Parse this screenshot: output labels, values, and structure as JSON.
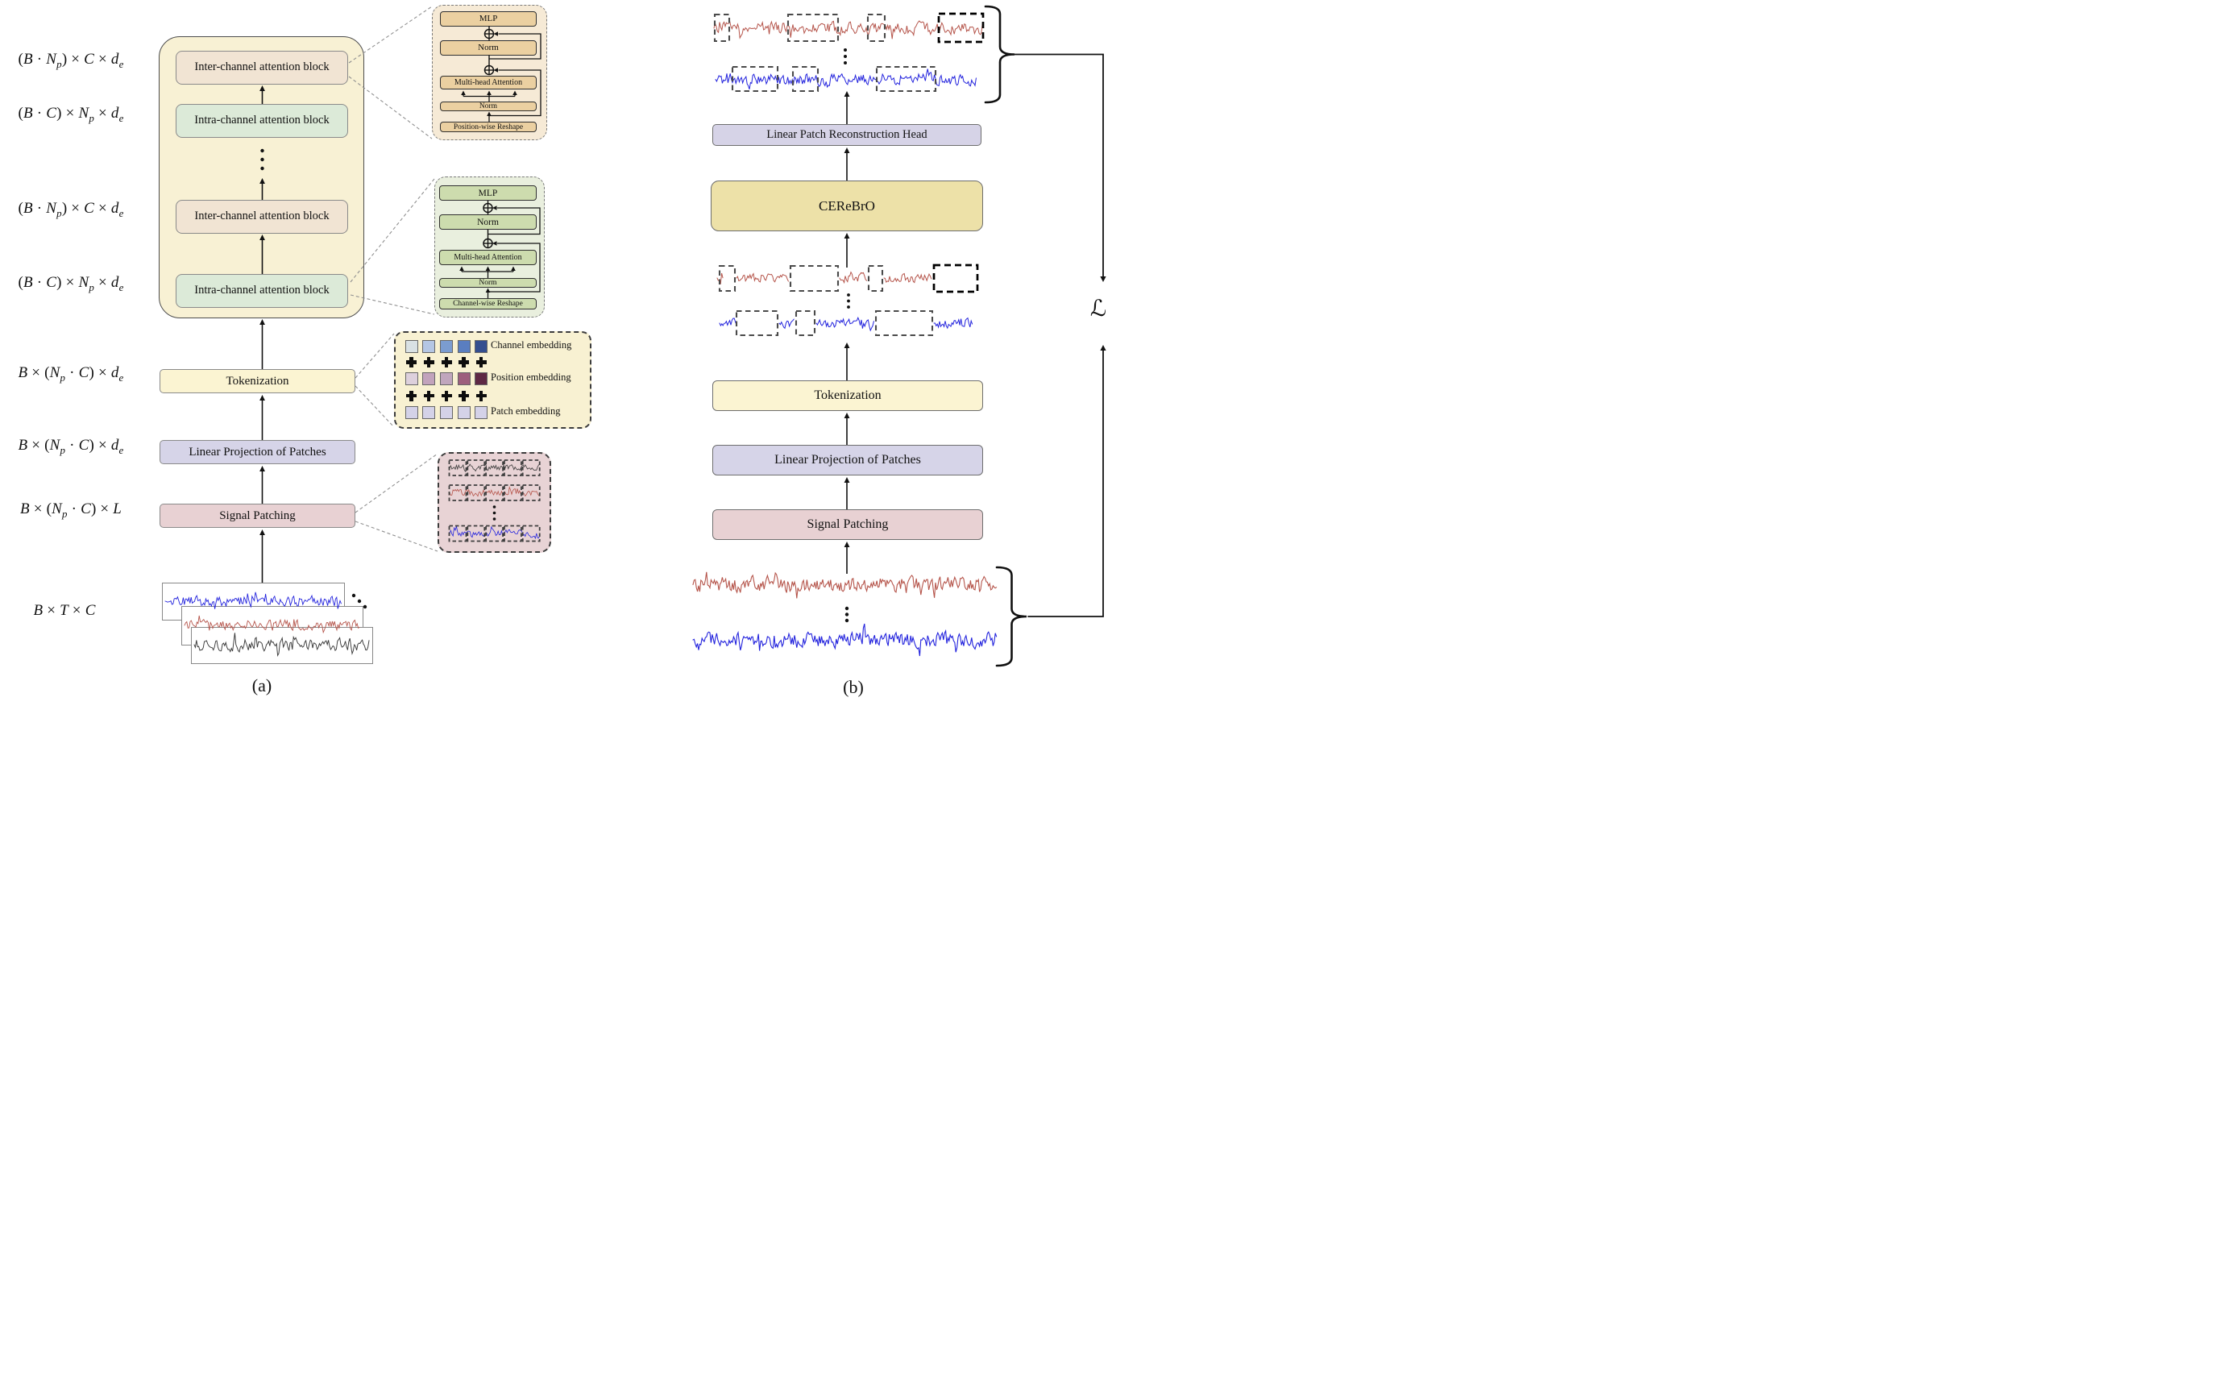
{
  "figure": {
    "caption_a": "(a)",
    "caption_b": "(b)",
    "loss_symbol": "ℒ"
  },
  "left_panel": {
    "dim_labels": [
      "(B · N_p) × C × d_e",
      "(B · C) × N_p × d_e",
      "(B · N_p) × C × d_e",
      "(B · C) × N_p × d_e",
      "B × (N_p · C) × d_e",
      "B × (N_p · C) × d_e",
      "B × (N_p · C) × L",
      "B × T × C"
    ],
    "encoder_blocks": [
      "Inter-channel attention block",
      "Intra-channel attention block",
      "Inter-channel attention block",
      "Intra-channel attention block"
    ],
    "pipeline": [
      "Tokenization",
      "Linear Projection of Patches",
      "Signal Patching"
    ]
  },
  "insets": {
    "inter_channel_detail": {
      "blocks": [
        "MLP",
        "Norm",
        "Multi-head Attention",
        "Norm",
        "Position-wise Reshape"
      ]
    },
    "intra_channel_detail": {
      "blocks": [
        "MLP",
        "Norm",
        "Multi-head Attention",
        "Norm",
        "Channel-wise Reshape"
      ]
    },
    "tokenization_detail": {
      "plus": "+",
      "rows": [
        {
          "label": "Channel embedding",
          "colors": [
            "#d9e1e4",
            "#b4c6e4",
            "#7b9cd0",
            "#5a7ec0",
            "#344e8f"
          ]
        },
        {
          "label": "Position embedding",
          "colors": [
            "#ddd0dc",
            "#c2a3bc",
            "#c0a6bd",
            "#9d5f7d",
            "#5e2844"
          ]
        },
        {
          "label": "Patch embedding",
          "colors": [
            "#d4d2e8",
            "#d4d2e8",
            "#d4d2e8",
            "#d4d2e8",
            "#d4d2e8"
          ]
        }
      ]
    }
  },
  "right_panel": {
    "boxes": [
      "Linear Patch Reconstruction Head",
      "CEReBrO",
      "Tokenization",
      "Linear Projection of Patches",
      "Signal Patching"
    ]
  },
  "colors": {
    "signal_red": "#b5544a",
    "signal_blue": "#2222dd",
    "signal_black": "#3a3a3a",
    "encoder_bg": "#f8f1d4",
    "inter_block": "#f1e4d3",
    "intra_block": "#dcead8",
    "tokenization_bg": "#fbf4d2",
    "linear_projection_bg": "#d6d4e8",
    "signal_patching_bg": "#e8d1d3",
    "cerebro_bg": "#ede1a8",
    "reconstruction_head_bg": "#d6d3e7"
  }
}
